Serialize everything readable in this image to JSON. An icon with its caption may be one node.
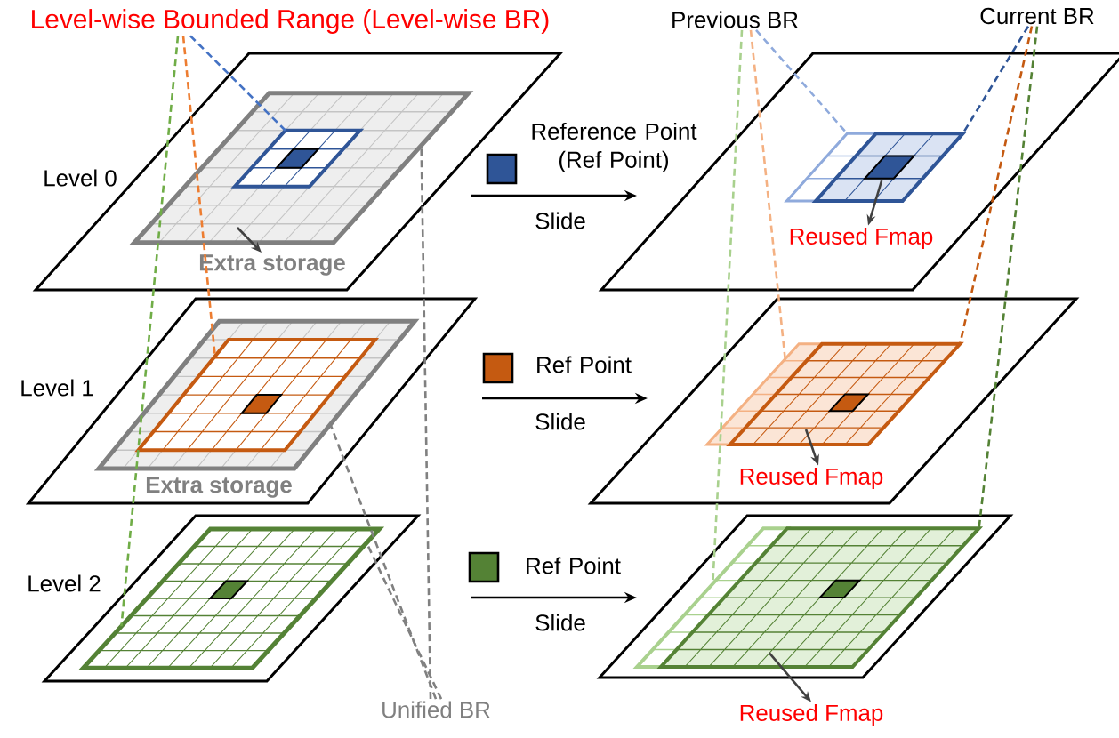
{
  "diagram": {
    "nodes": [
      {
        "text": [
          "Level-wise Bounded Range (Level-wise BR)"
        ]
      },
      {
        "text": [
          "Previous BR"
        ]
      },
      {
        "text": [
          "Current BR"
        ]
      },
      {
        "text": [],
        "shape": "grid"
      },
      {
        "text": [],
        "shape": "grid",
        "in": 3
      },
      {
        "text": [
          "Extra storage"
        ]
      },
      {
        "text": [],
        "shape": "grid"
      },
      {
        "text": [],
        "shape": "grid"
      },
      {
        "text": [
          "Reused Fmap"
        ]
      },
      {
        "text": [],
        "shape": "grid"
      },
      {
        "text": [],
        "shape": "grid",
        "in": 9
      },
      {
        "text": [
          "Extra storage"
        ]
      },
      {
        "text": [],
        "shape": "grid"
      },
      {
        "text": [],
        "shape": "grid"
      },
      {
        "text": [
          "Reused Fmap"
        ]
      },
      {
        "text": [],
        "shape": "grid"
      },
      {
        "text": [],
        "shape": "grid"
      },
      {
        "text": [],
        "shape": "grid"
      },
      {
        "text": [
          "Reused Fmap"
        ]
      },
      {
        "text": [
          "Unified BR"
        ]
      }
    ],
    "edges": [
      {
        "from": 0,
        "to": 4,
        "arrow": "none",
        "style": "dashed",
        "color": "#4472c4"
      },
      {
        "from": 0,
        "to": 10,
        "arrow": "none",
        "style": "dashed",
        "color": "#ed7d31"
      },
      {
        "from": 0,
        "to": 15,
        "arrow": "none",
        "style": "dashed",
        "color": "#70ad47"
      },
      {
        "from": 3,
        "to": 5,
        "arrow": "to"
      },
      {
        "from": 1,
        "to": 6,
        "arrow": "none",
        "style": "dashed",
        "color": "#8faadc"
      },
      {
        "from": 2,
        "to": 7,
        "arrow": "none",
        "style": "dashed",
        "color": "#2f5597"
      },
      {
        "from": 7,
        "to": 8,
        "arrow": "to"
      },
      {
        "from": 1,
        "to": 12,
        "arrow": "none",
        "style": "dashed",
        "color": "#f4b183"
      },
      {
        "from": 2,
        "to": 13,
        "arrow": "none",
        "style": "dashed",
        "color": "#c55a11"
      },
      {
        "from": 13,
        "to": 14,
        "arrow": "to"
      },
      {
        "from": 1,
        "to": 16,
        "arrow": "none",
        "style": "dashed",
        "color": "#a9d18e"
      },
      {
        "from": 2,
        "to": 17,
        "arrow": "none",
        "style": "dashed",
        "color": "#548235"
      },
      {
        "from": 17,
        "to": 18,
        "arrow": "to"
      },
      {
        "from": 19,
        "to": 3,
        "arrow": "none",
        "style": "dashed",
        "color": "#808080"
      },
      {
        "from": 19,
        "to": 9,
        "arrow": "none",
        "style": "dashed",
        "color": "#808080"
      },
      {
        "from": 19,
        "to": 15,
        "arrow": "none",
        "style": "dashed",
        "color": "#808080"
      }
    ],
    "labels": [
      "Level 0",
      "Slide",
      "Level 1",
      "Slide",
      "Level 2",
      "Slide"
    ],
    "legend": [
      {
        "text": "Reference Point (Ref Point)",
        "color": "#2f5597"
      },
      {
        "text": "Ref Point",
        "color": "#c55a11"
      },
      {
        "text": "Ref Point",
        "color": "#548235"
      }
    ]
  }
}
